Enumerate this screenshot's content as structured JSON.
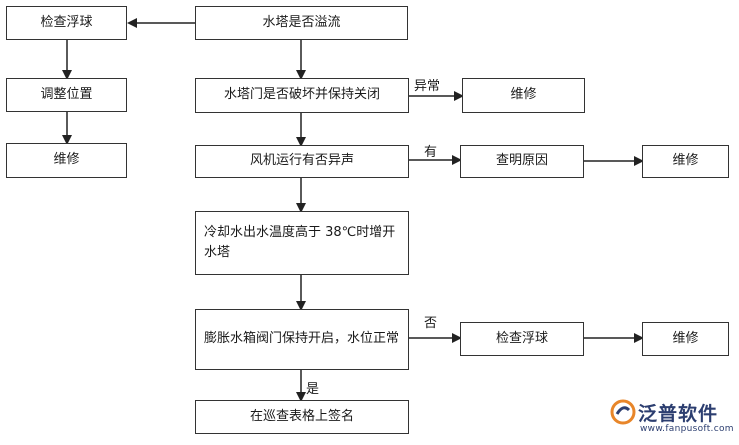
{
  "nodes": {
    "overflow_check": "水塔是否溢流",
    "check_float_left": "检查浮球",
    "adjust_position": "调整位置",
    "repair_left": "维修",
    "door_check": "水塔门是否破坏并保持关闭",
    "repair_door": "维修",
    "fan_noise": "风机运行有否异声",
    "find_cause": "查明原因",
    "repair_fan": "维修",
    "temp_check": "冷却水出水温度高于 38℃时增开水塔",
    "valve_check": "膨胀水箱阀门保持开启，水位正常",
    "check_float_right": "检查浮球",
    "repair_float": "维修",
    "sign_form": "在巡查表格上签名"
  },
  "edge_labels": {
    "abnormal": "异常",
    "yes_noise": "有",
    "no_valve": "否",
    "yes_sign": "是"
  },
  "watermark": {
    "brand": "泛普软件",
    "url": "www.fanpusoft.com",
    "logo_color": "#e8862a",
    "text_color": "#2c3e70"
  }
}
